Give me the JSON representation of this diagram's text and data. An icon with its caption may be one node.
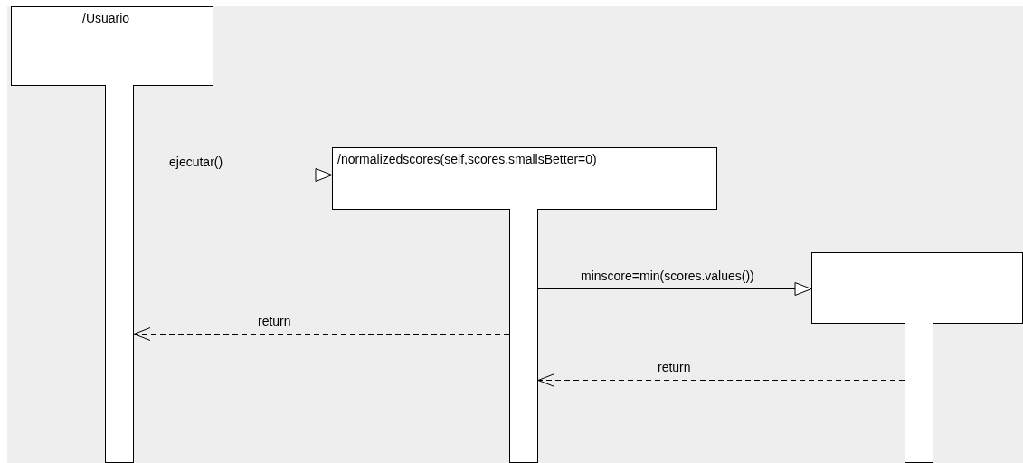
{
  "diagram": {
    "nodes": [
      {
        "text": [
          "/Usuario"
        ]
      },
      {
        "text": [],
        "shape": "bar"
      },
      {
        "text": [
          "/normalizedscores(self,scores,smallsBetter=0)"
        ]
      },
      {
        "text": [],
        "shape": "bar"
      },
      {
        "text": [],
        "shape": "box"
      },
      {
        "text": [],
        "shape": "bar"
      }
    ],
    "edges": [
      {
        "from": 1,
        "to": 2,
        "arrow": "to",
        "label": "ejecutar()"
      },
      {
        "from": 3,
        "to": 4,
        "arrow": "to",
        "label": "minscore=min(scores.values())"
      },
      {
        "from": 3,
        "to": 1,
        "arrow": "to",
        "label": "return",
        "style": "dashed"
      },
      {
        "from": 5,
        "to": 3,
        "arrow": "to",
        "label": "return",
        "style": "dashed"
      }
    ]
  }
}
